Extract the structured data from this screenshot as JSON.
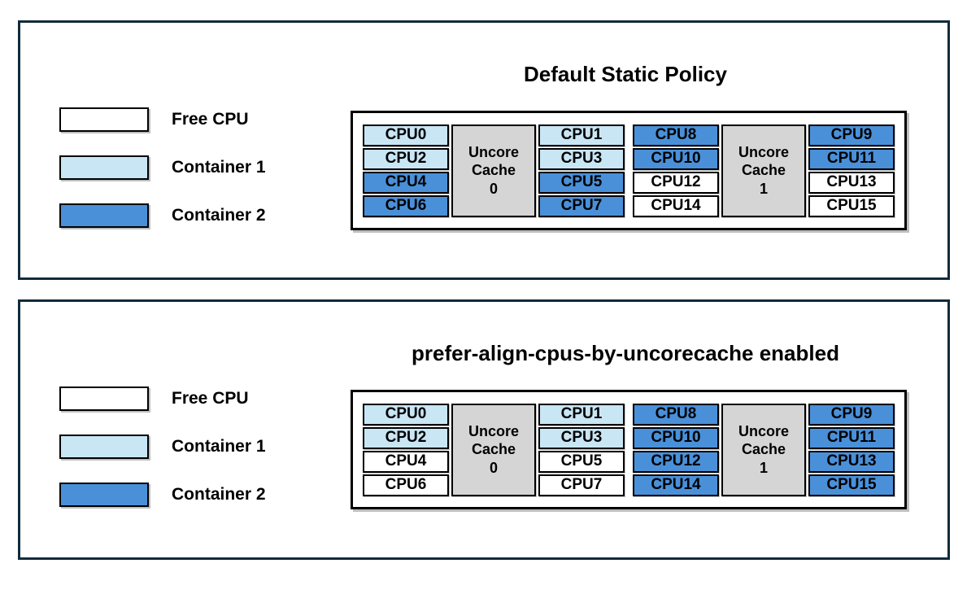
{
  "colors": {
    "free_cpu": "#ffffff",
    "container1": "#c9e6f5",
    "container2": "#4a90d9",
    "uncore_cache": "#d5d5d5",
    "panel_border": "#112b3b",
    "cell_border": "#000000"
  },
  "legend": {
    "items": [
      {
        "label": "Free CPU",
        "alloc": "free_cpu"
      },
      {
        "label": "Container 1",
        "alloc": "container1"
      },
      {
        "label": "Container 2",
        "alloc": "container2"
      }
    ]
  },
  "panels": [
    {
      "title": "Default Static Policy",
      "groups": [
        {
          "cache": {
            "lines": [
              "Uncore",
              "Cache",
              "0"
            ]
          },
          "left": [
            {
              "label": "CPU0",
              "alloc": "container1"
            },
            {
              "label": "CPU2",
              "alloc": "container1"
            },
            {
              "label": "CPU4",
              "alloc": "container2"
            },
            {
              "label": "CPU6",
              "alloc": "container2"
            }
          ],
          "right": [
            {
              "label": "CPU1",
              "alloc": "container1"
            },
            {
              "label": "CPU3",
              "alloc": "container1"
            },
            {
              "label": "CPU5",
              "alloc": "container2"
            },
            {
              "label": "CPU7",
              "alloc": "container2"
            }
          ]
        },
        {
          "cache": {
            "lines": [
              "Uncore",
              "Cache",
              "1"
            ]
          },
          "left": [
            {
              "label": "CPU8",
              "alloc": "container2"
            },
            {
              "label": "CPU10",
              "alloc": "container2"
            },
            {
              "label": "CPU12",
              "alloc": "free_cpu"
            },
            {
              "label": "CPU14",
              "alloc": "free_cpu"
            }
          ],
          "right": [
            {
              "label": "CPU9",
              "alloc": "container2"
            },
            {
              "label": "CPU11",
              "alloc": "container2"
            },
            {
              "label": "CPU13",
              "alloc": "free_cpu"
            },
            {
              "label": "CPU15",
              "alloc": "free_cpu"
            }
          ]
        }
      ]
    },
    {
      "title": "prefer-align-cpus-by-uncorecache enabled",
      "groups": [
        {
          "cache": {
            "lines": [
              "Uncore",
              "Cache",
              "0"
            ]
          },
          "left": [
            {
              "label": "CPU0",
              "alloc": "container1"
            },
            {
              "label": "CPU2",
              "alloc": "container1"
            },
            {
              "label": "CPU4",
              "alloc": "free_cpu"
            },
            {
              "label": "CPU6",
              "alloc": "free_cpu"
            }
          ],
          "right": [
            {
              "label": "CPU1",
              "alloc": "container1"
            },
            {
              "label": "CPU3",
              "alloc": "container1"
            },
            {
              "label": "CPU5",
              "alloc": "free_cpu"
            },
            {
              "label": "CPU7",
              "alloc": "free_cpu"
            }
          ]
        },
        {
          "cache": {
            "lines": [
              "Uncore",
              "Cache",
              "1"
            ]
          },
          "left": [
            {
              "label": "CPU8",
              "alloc": "container2"
            },
            {
              "label": "CPU10",
              "alloc": "container2"
            },
            {
              "label": "CPU12",
              "alloc": "container2"
            },
            {
              "label": "CPU14",
              "alloc": "container2"
            }
          ],
          "right": [
            {
              "label": "CPU9",
              "alloc": "container2"
            },
            {
              "label": "CPU11",
              "alloc": "container2"
            },
            {
              "label": "CPU13",
              "alloc": "container2"
            },
            {
              "label": "CPU15",
              "alloc": "container2"
            }
          ]
        }
      ]
    }
  ]
}
